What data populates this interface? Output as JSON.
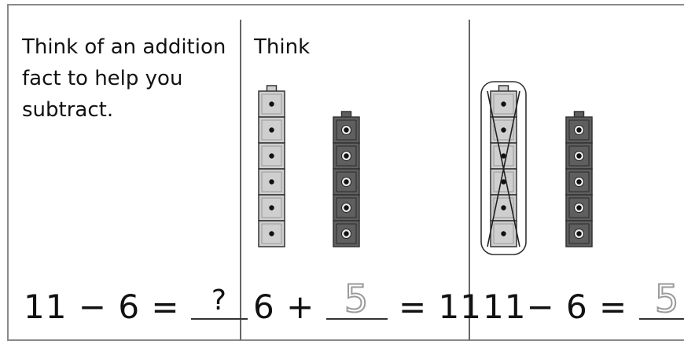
{
  "panel1": {
    "prompt": "Think of an addition fact to help you subtract.",
    "equation_left": "11 − 6 =",
    "equation_blank": "?"
  },
  "panel2": {
    "heading": "Think",
    "equation_left": "6 +",
    "equation_blank": "5",
    "equation_right": "= 11"
  },
  "panel3": {
    "equation_left": "11− 6 =",
    "equation_blank": "5"
  },
  "cube_stacks": {
    "light_count": 6,
    "dark_count": 5,
    "crossed_out_count": 6,
    "light_color": "#cfcfcf",
    "dark_color": "#5f5f5f"
  }
}
